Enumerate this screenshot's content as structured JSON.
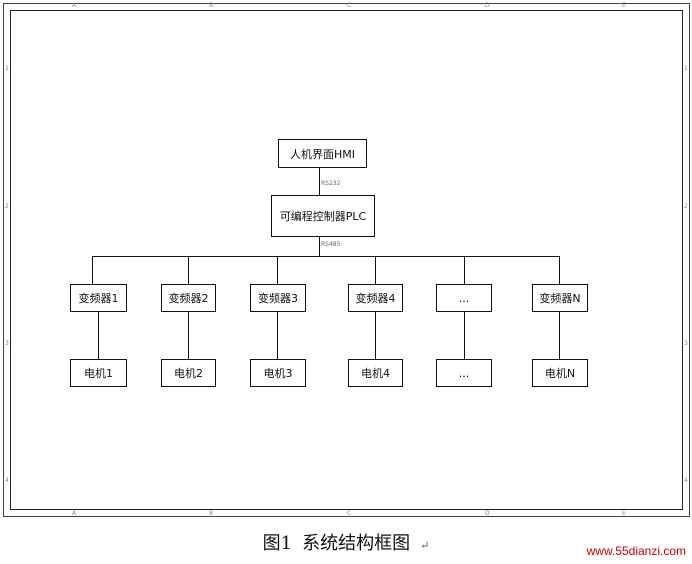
{
  "ruler": {
    "top_letters": [
      "A",
      "B",
      "C",
      "D",
      "E"
    ],
    "side_numbers": [
      "1",
      "2",
      "3",
      "4"
    ]
  },
  "diagram": {
    "hmi": "人机界面HMI",
    "link_rs232": "RS232",
    "plc": "可编程控制器PLC",
    "link_rs485": "RS485",
    "inverters": [
      "变频器1",
      "变频器2",
      "变频器3",
      "变频器4",
      "...",
      "变频器N"
    ],
    "motors": [
      "电机1",
      "电机2",
      "电机3",
      "电机4",
      "...",
      "电机N"
    ]
  },
  "caption": {
    "figure": "图1",
    "title": "系统结构框图",
    "mark": "↵"
  },
  "watermark": "www.55dianzi.com"
}
